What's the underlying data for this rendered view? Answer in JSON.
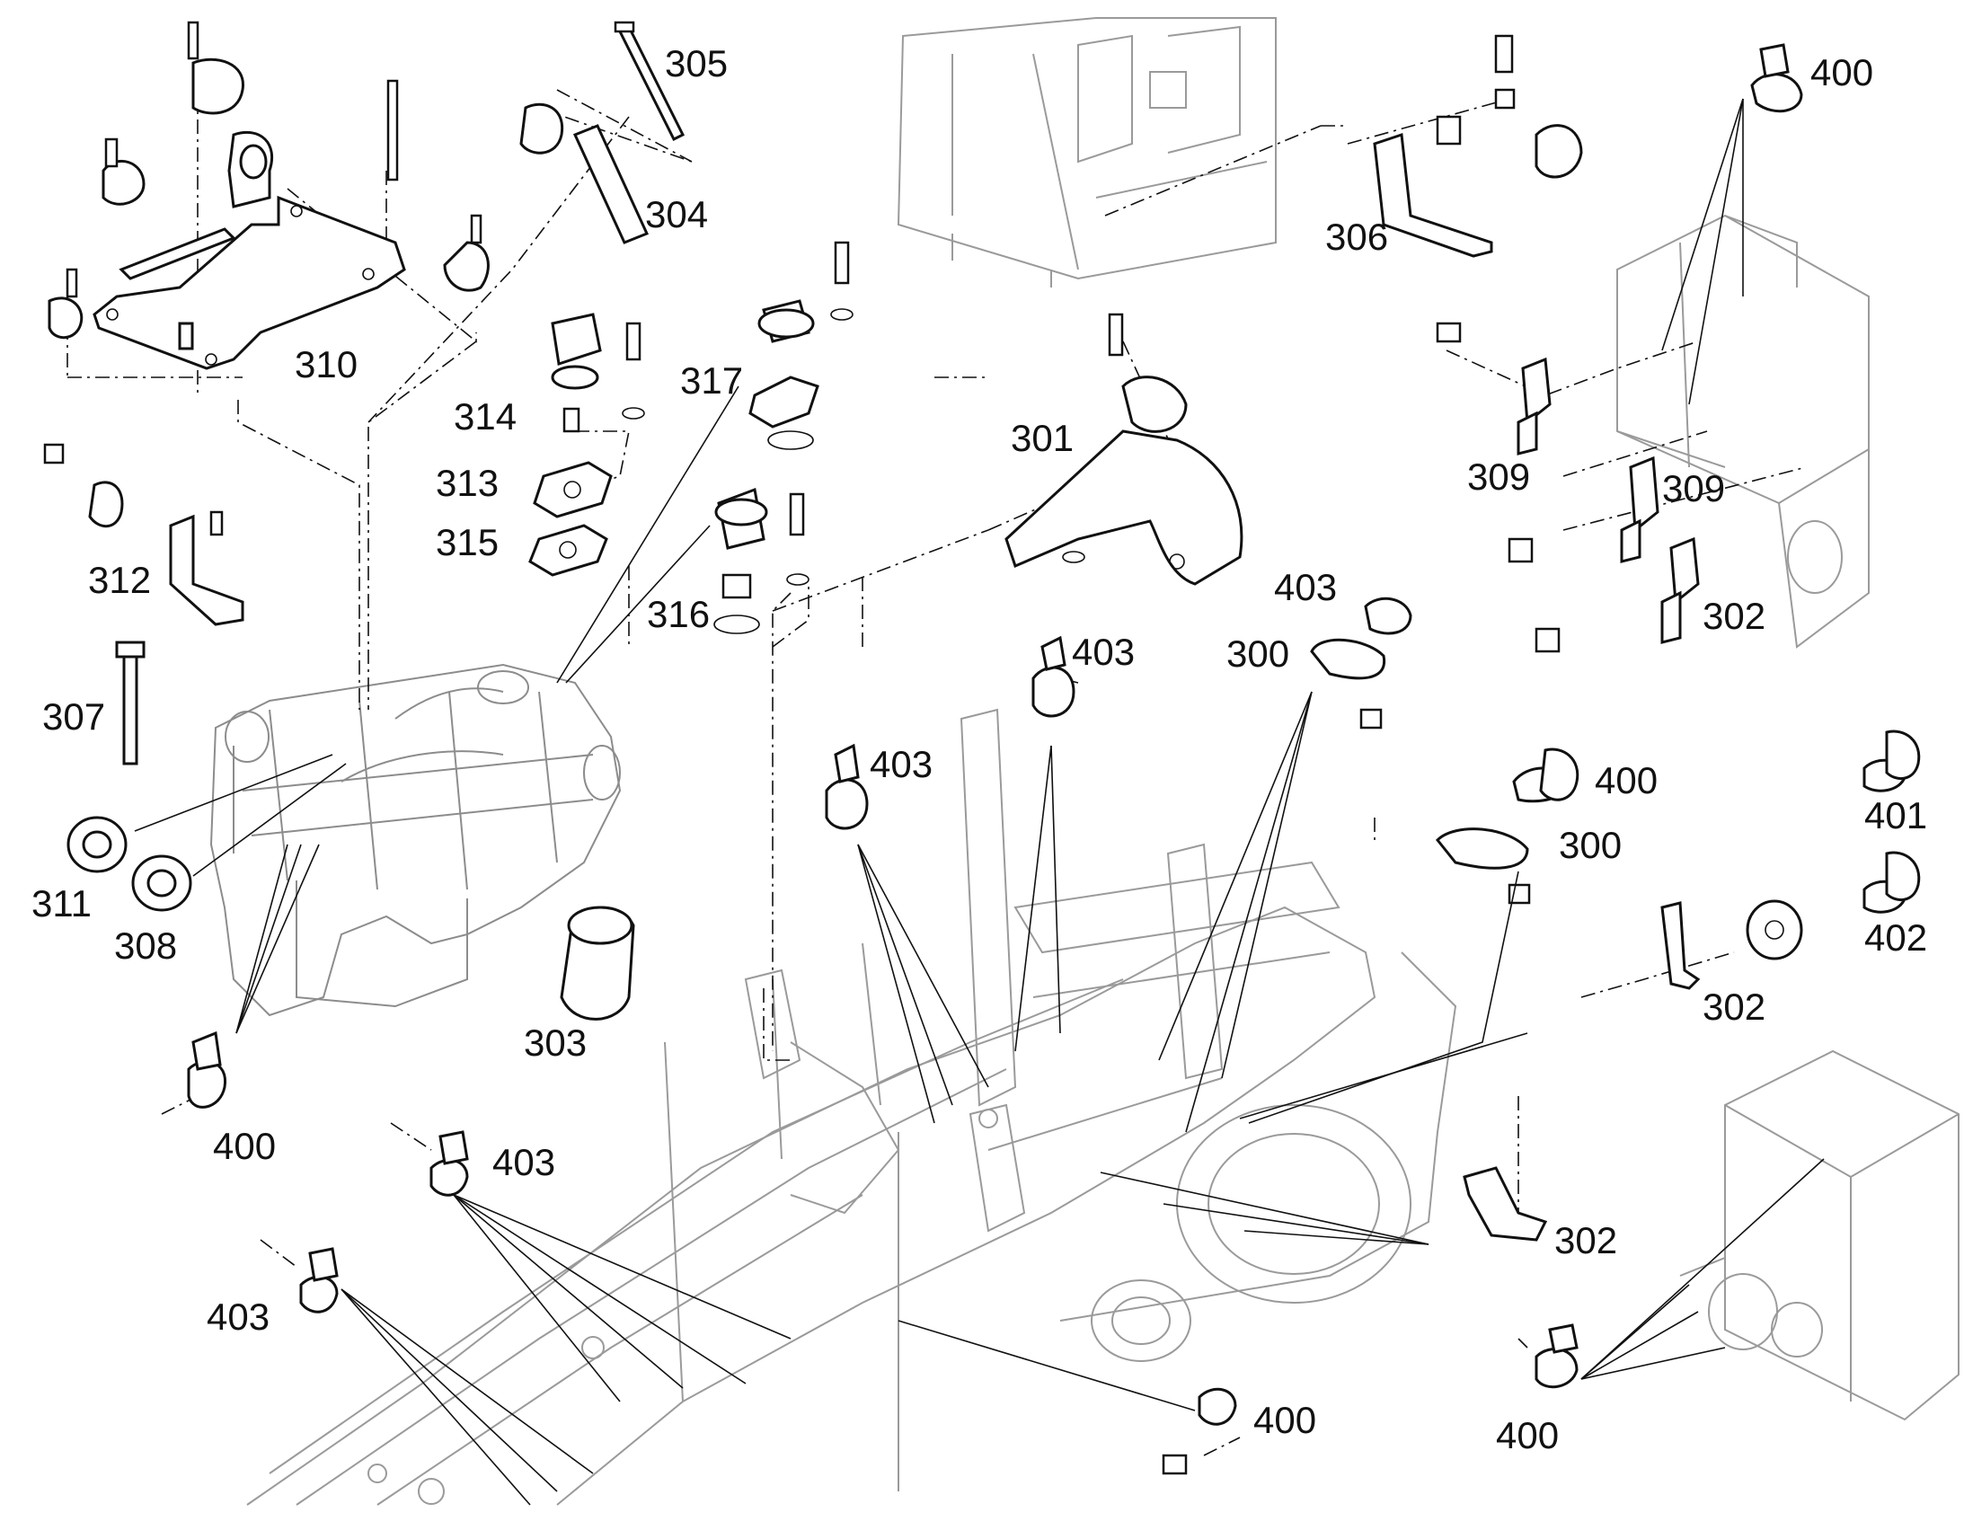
{
  "callouts": [
    {
      "id": "c305",
      "text": "305"
    },
    {
      "id": "c304",
      "text": "304"
    },
    {
      "id": "c310",
      "text": "310"
    },
    {
      "id": "c314",
      "text": "314"
    },
    {
      "id": "c313",
      "text": "313"
    },
    {
      "id": "c315",
      "text": "315"
    },
    {
      "id": "c317",
      "text": "317"
    },
    {
      "id": "c316",
      "text": "316"
    },
    {
      "id": "c312",
      "text": "312"
    },
    {
      "id": "c307",
      "text": "307"
    },
    {
      "id": "c311",
      "text": "311"
    },
    {
      "id": "c308",
      "text": "308"
    },
    {
      "id": "c303",
      "text": "303"
    },
    {
      "id": "c400a",
      "text": "400"
    },
    {
      "id": "c403a",
      "text": "403"
    },
    {
      "id": "c403b",
      "text": "403"
    },
    {
      "id": "c403c",
      "text": "403"
    },
    {
      "id": "c403d",
      "text": "403"
    },
    {
      "id": "c301",
      "text": "301"
    },
    {
      "id": "c306",
      "text": "306"
    },
    {
      "id": "c403e",
      "text": "403"
    },
    {
      "id": "c300a",
      "text": "300"
    },
    {
      "id": "c400b",
      "text": "400"
    },
    {
      "id": "c309a",
      "text": "309"
    },
    {
      "id": "c309b",
      "text": "309"
    },
    {
      "id": "c302a",
      "text": "302"
    },
    {
      "id": "c400c",
      "text": "400"
    },
    {
      "id": "c300b",
      "text": "300"
    },
    {
      "id": "c401",
      "text": "401"
    },
    {
      "id": "c402",
      "text": "402"
    },
    {
      "id": "c302b",
      "text": "302"
    },
    {
      "id": "c302c",
      "text": "302"
    },
    {
      "id": "c400d",
      "text": "400"
    },
    {
      "id": "c400e",
      "text": "400"
    }
  ]
}
